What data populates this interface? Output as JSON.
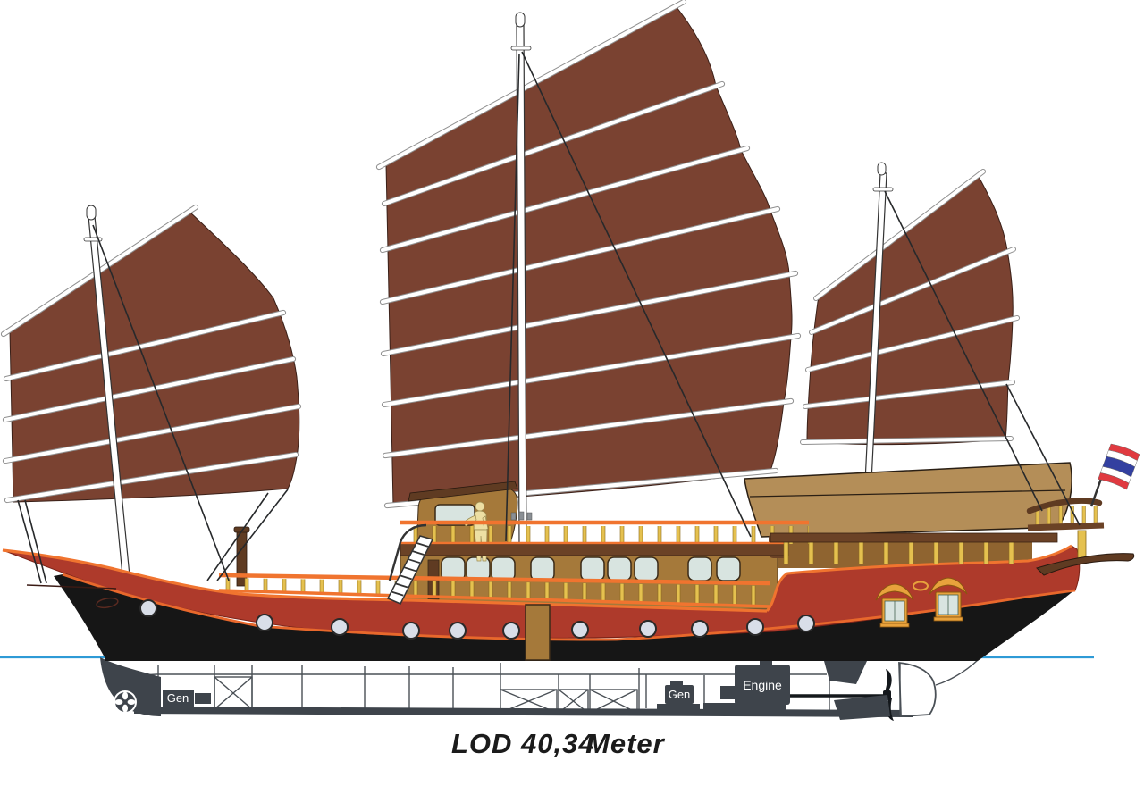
{
  "drawing": {
    "length_label": "LOD 40,34",
    "length_unit_label": "Meter"
  },
  "machinery": {
    "bow_generator_label": "Gen",
    "stern_generator_label": "Gen",
    "engine_label": "Engine"
  },
  "palette": {
    "sail_brown": "#7A4231",
    "hull_red": "#AE3A2B",
    "hull_black": "#161616",
    "trim_orange": "#F0742F",
    "trim_orange_deep": "#E8682C",
    "baluster_gold": "#E5C14F",
    "deckhouse_brown": "#A5793A",
    "deckhouse_brown_dark": "#8F6430",
    "dark_brown": "#5F3B22",
    "fascia_brown": "#6B4226",
    "canopy_tan": "#B48E58",
    "window_pane": "#D8E4E0",
    "porthole_glass": "#D9DEE8",
    "waterline_blue": "#2E9AD6",
    "machinery_gray": "#3E444B",
    "outline_gray": "#4A5056",
    "figure_cream": "#EDDFA3",
    "mast_white": "#FFFFFF",
    "pagoda_gold": "#E8A23C",
    "flag_red": "#E03A40",
    "flag_blue": "#3340A0",
    "flag_white": "#FFFFFF",
    "label_black": "#1B1B1B"
  }
}
